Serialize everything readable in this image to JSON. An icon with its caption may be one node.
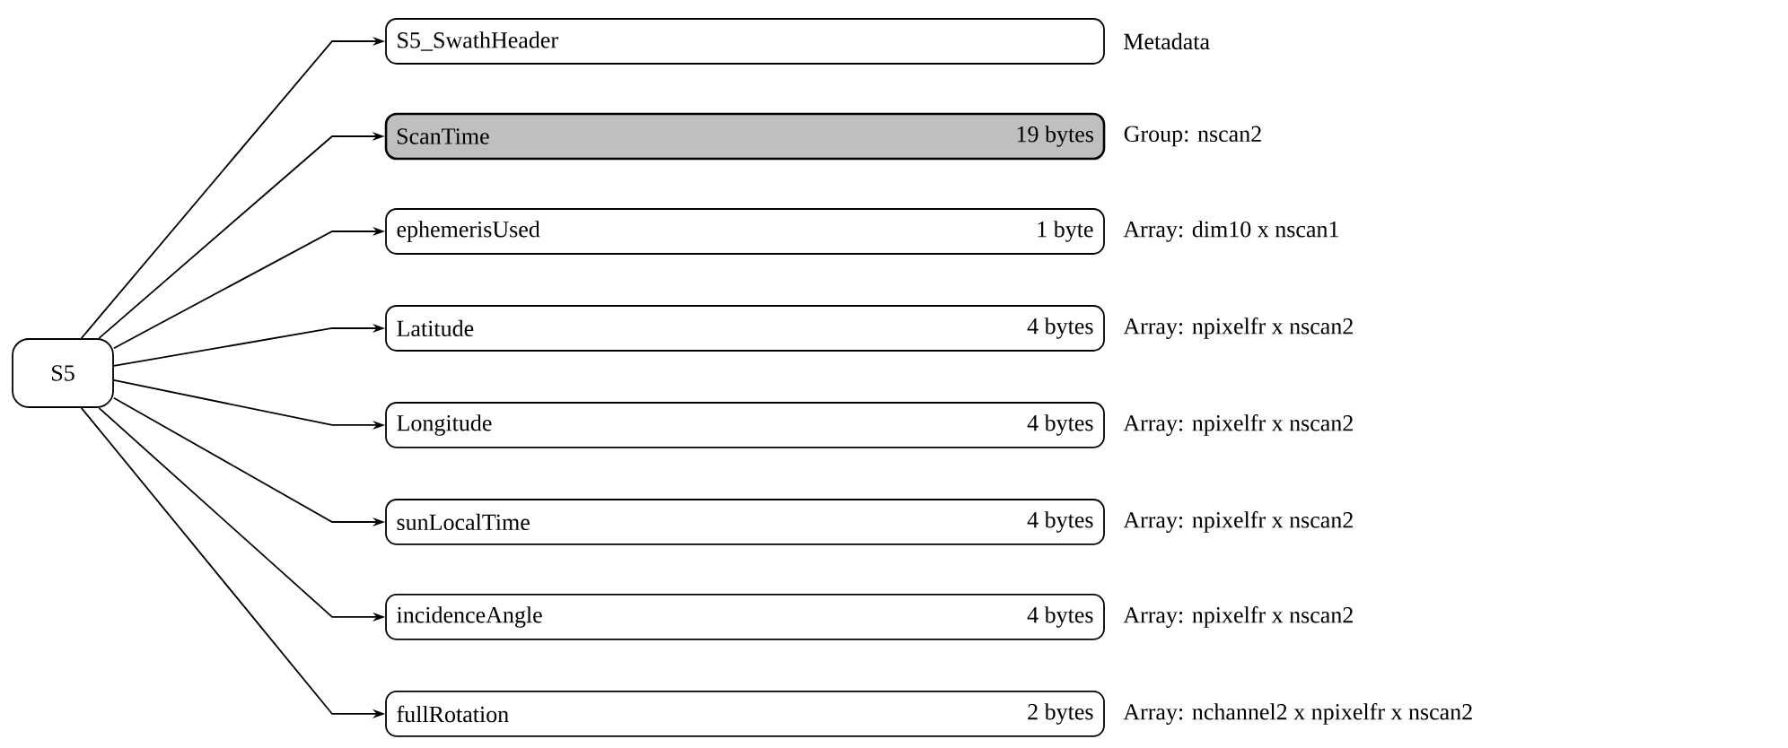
{
  "diagram": {
    "nodes": [
      {
        "text": [
          "S5"
        ]
      },
      {
        "text": [
          "S5_SwathHeader"
        ],
        "beside": [
          "Metadata"
        ]
      },
      {
        "text": [
          "ScanTime",
          "19 bytes"
        ],
        "beside": [
          "Group: nscan2"
        ]
      },
      {
        "text": [
          "ephemerisUsed",
          "1 byte"
        ],
        "beside": [
          "Array: dim10 x nscan1"
        ]
      },
      {
        "text": [
          "Latitude",
          "4 bytes"
        ],
        "beside": [
          "Array: npixelfr x nscan2"
        ]
      },
      {
        "text": [
          "Longitude",
          "4 bytes"
        ],
        "beside": [
          "Array: npixelfr x nscan2"
        ]
      },
      {
        "text": [
          "sunLocalTime",
          "4 bytes"
        ],
        "beside": [
          "Array: npixelfr x nscan2"
        ]
      },
      {
        "text": [
          "incidenceAngle",
          "4 bytes"
        ],
        "beside": [
          "Array: npixelfr x nscan2"
        ]
      },
      {
        "text": [
          "fullRotation",
          "2 bytes"
        ],
        "beside": [
          "Array: nchannel2 x npixelfr x nscan2"
        ]
      }
    ],
    "edges": [
      {
        "from": 0,
        "to": 1,
        "arrow": "to"
      },
      {
        "from": 0,
        "to": 2,
        "arrow": "to"
      },
      {
        "from": 0,
        "to": 3,
        "arrow": "to"
      },
      {
        "from": 0,
        "to": 4,
        "arrow": "to"
      },
      {
        "from": 0,
        "to": 5,
        "arrow": "to"
      },
      {
        "from": 0,
        "to": 6,
        "arrow": "to"
      },
      {
        "from": 0,
        "to": 7,
        "arrow": "to"
      },
      {
        "from": 0,
        "to": 8,
        "arrow": "to"
      }
    ]
  }
}
